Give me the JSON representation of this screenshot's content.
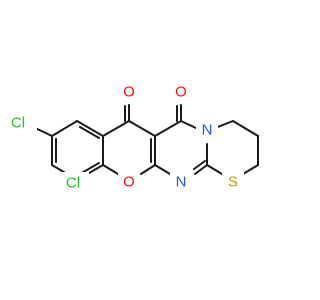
{
  "colors": {
    "bond": "#1a1a1a",
    "oxygen": "#ff0d0d",
    "chlorine": "#1fc41f",
    "sulfur": "#b2a200",
    "nitrogen": "#3050f8",
    "background": "#ffffff"
  },
  "atoms": {
    "cl_top": "Cl",
    "cl_bottom": "Cl",
    "o_ketone_left": "O",
    "o_ketone_right": "O",
    "o_ring": "O",
    "n_ring": "N",
    "n_imine": "N",
    "s_ring": "S"
  }
}
